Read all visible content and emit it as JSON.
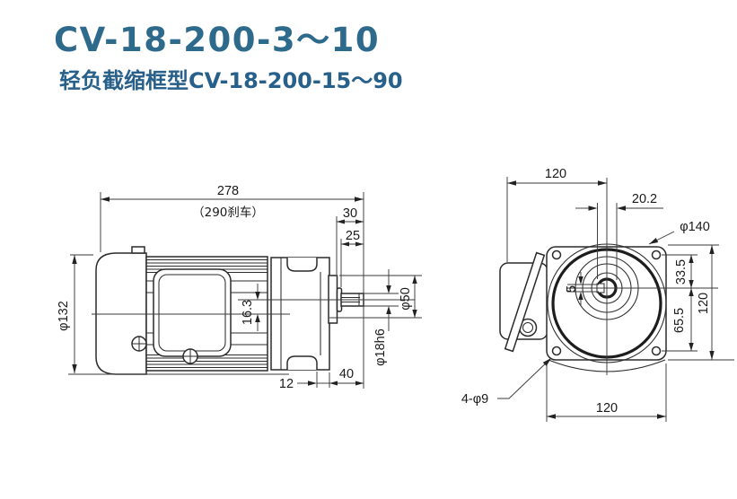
{
  "page": {
    "title": "CV-18-200-3～10",
    "subtitle": "轻负截缩框型CV-18-200-15～90"
  },
  "colors": {
    "title": "#2e6a8c",
    "subtitle": "#27608a",
    "line": "#2b2b2b"
  },
  "side_view": {
    "overall_length": "278",
    "brake_note": "（290刹车）",
    "flange_to_shaft_end": "30",
    "shaft_length": "25",
    "motor_diameter": "φ132",
    "axis_offset": "16.3",
    "boss_diameter": "φ50",
    "shaft_diameter": "φ18h6",
    "foot_offset": "12",
    "face_to_shaft_end": "40"
  },
  "front_view": {
    "box_to_center": "120",
    "keyway_depth": "20.2",
    "pilot_diameter": "φ140",
    "keyway_width": "5",
    "center_to_top_holes": "33.5",
    "center_to_bottom_holes": "65.5",
    "flange_height": "120",
    "bolt_holes": "4-φ9",
    "bolt_spacing": "120"
  }
}
